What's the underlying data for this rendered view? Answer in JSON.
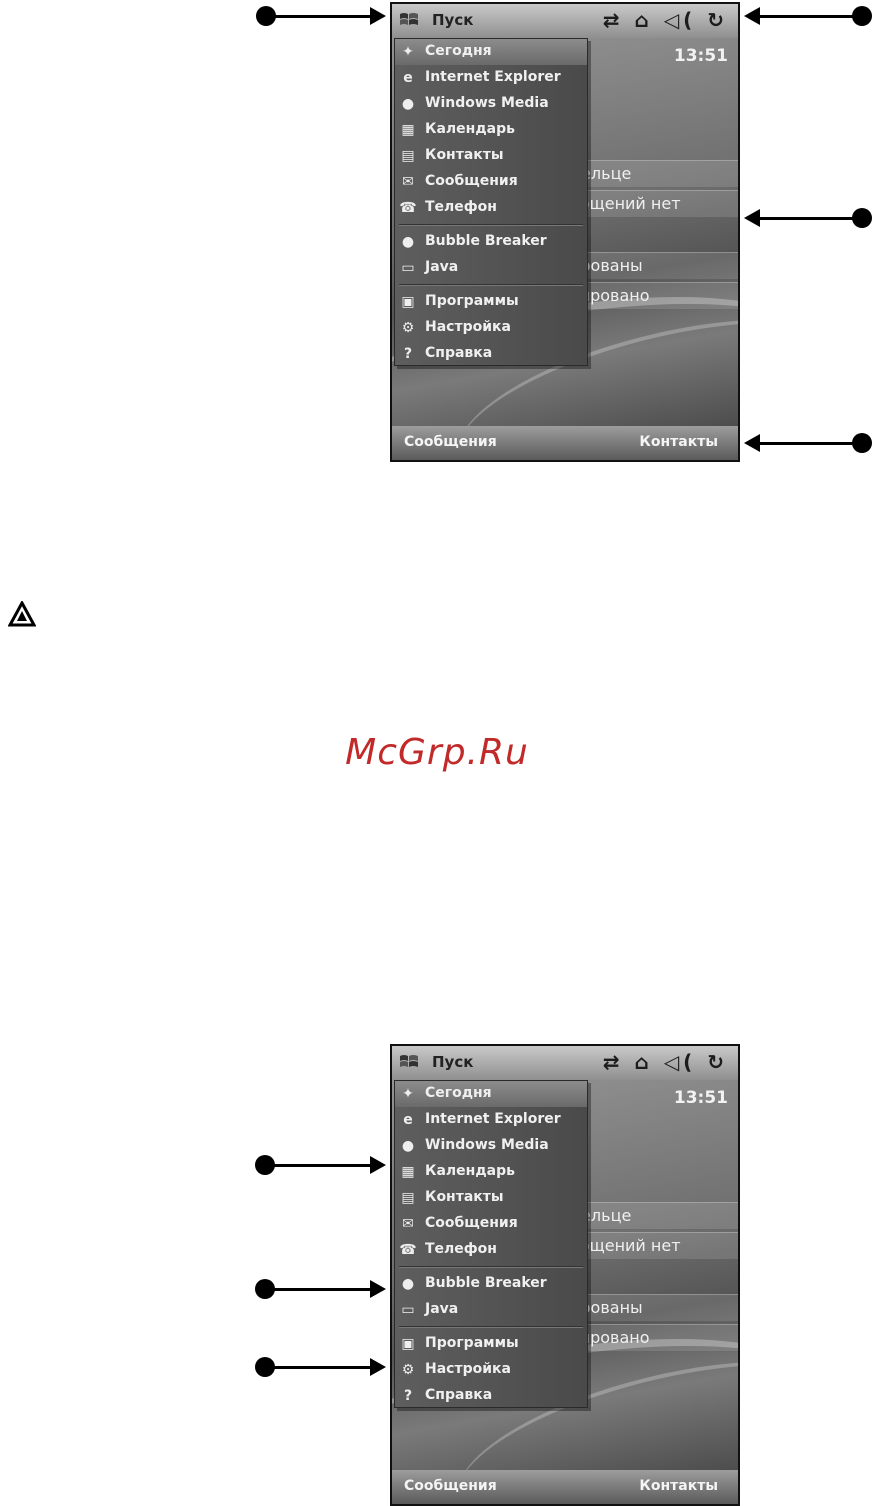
{
  "screens": [
    {
      "title": {
        "start_label": "Пуск",
        "status_icons": "⇄ ⌂ ◁( ↻"
      },
      "clock": "13:51",
      "today_lines": [
        "дельце",
        "общений нет",
        "ированы",
        "кировано"
      ],
      "start_menu": [
        {
          "label": "Сегодня",
          "icon": "today-icon",
          "highlight": true
        },
        {
          "label": "Internet Explorer",
          "icon": "internet-explorer-icon"
        },
        {
          "label": "Windows Media",
          "icon": "windows-media-icon"
        },
        {
          "label": "Календарь",
          "icon": "calendar-icon"
        },
        {
          "label": "Контакты",
          "icon": "contacts-icon"
        },
        {
          "label": "Сообщения",
          "icon": "messages-icon"
        },
        {
          "label": "Телефон",
          "icon": "phone-icon"
        },
        {
          "label": "Bubble Breaker",
          "icon": "bubble-breaker-icon"
        },
        {
          "label": "Java",
          "icon": "java-icon"
        },
        {
          "label": "Программы",
          "icon": "programs-icon"
        },
        {
          "label": "Настройка",
          "icon": "settings-icon"
        },
        {
          "label": "Справка",
          "icon": "help-icon"
        }
      ],
      "softkeys": {
        "left": "Сообщения",
        "right": "Контакты"
      }
    },
    {
      "title": {
        "start_label": "Пуск",
        "status_icons": "⇄ ⌂ ◁( ↻"
      },
      "clock": "13:51",
      "today_lines": [
        "дельце",
        "общений нет",
        "ированы",
        "кировано"
      ],
      "start_menu": [
        {
          "label": "Сегодня",
          "icon": "today-icon",
          "highlight": true
        },
        {
          "label": "Internet Explorer",
          "icon": "internet-explorer-icon"
        },
        {
          "label": "Windows Media",
          "icon": "windows-media-icon"
        },
        {
          "label": "Календарь",
          "icon": "calendar-icon"
        },
        {
          "label": "Контакты",
          "icon": "contacts-icon"
        },
        {
          "label": "Сообщения",
          "icon": "messages-icon"
        },
        {
          "label": "Телефон",
          "icon": "phone-icon"
        },
        {
          "label": "Bubble Breaker",
          "icon": "bubble-breaker-icon"
        },
        {
          "label": "Java",
          "icon": "java-icon"
        },
        {
          "label": "Программы",
          "icon": "programs-icon"
        },
        {
          "label": "Настройка",
          "icon": "settings-icon"
        },
        {
          "label": "Справка",
          "icon": "help-icon"
        }
      ],
      "softkeys": {
        "left": "Сообщения",
        "right": "Контакты"
      }
    }
  ],
  "warning_icon": "warning-triangle-icon",
  "watermark": "McGrp.Ru"
}
